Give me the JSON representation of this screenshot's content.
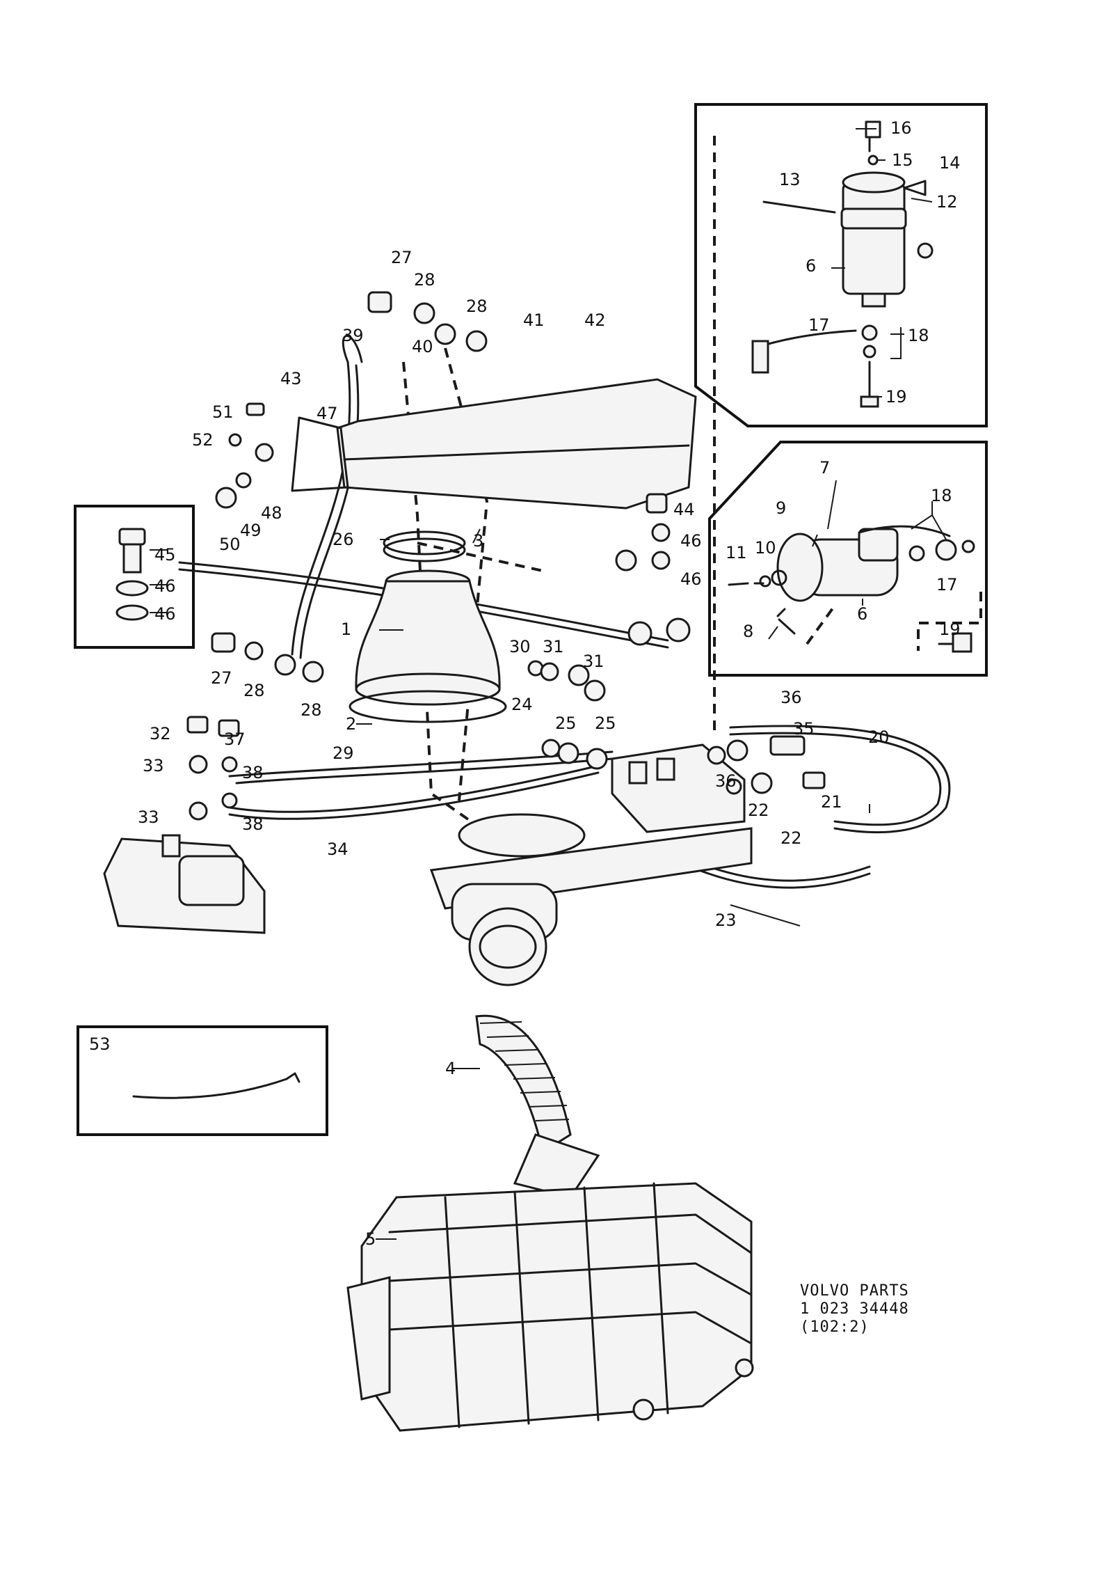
{
  "caption": {
    "line1": "VOLVO PARTS",
    "line2": "1 023 34448",
    "line3": "(102:2)"
  },
  "callouts": [
    {
      "id": "c1",
      "text": "1"
    },
    {
      "id": "c2",
      "text": "2"
    },
    {
      "id": "c3",
      "text": "3"
    },
    {
      "id": "c4",
      "text": "4"
    },
    {
      "id": "c5",
      "text": "5"
    },
    {
      "id": "c6a",
      "text": "6"
    },
    {
      "id": "c6b",
      "text": "6"
    },
    {
      "id": "c7",
      "text": "7"
    },
    {
      "id": "c8",
      "text": "8"
    },
    {
      "id": "c9",
      "text": "9"
    },
    {
      "id": "c10",
      "text": "10"
    },
    {
      "id": "c11",
      "text": "11"
    },
    {
      "id": "c12",
      "text": "12"
    },
    {
      "id": "c13",
      "text": "13"
    },
    {
      "id": "c14",
      "text": "14"
    },
    {
      "id": "c15",
      "text": "15"
    },
    {
      "id": "c16",
      "text": "16"
    },
    {
      "id": "c17a",
      "text": "17"
    },
    {
      "id": "c17b",
      "text": "17"
    },
    {
      "id": "c18a",
      "text": "18"
    },
    {
      "id": "c18b",
      "text": "18"
    },
    {
      "id": "c19a",
      "text": "19"
    },
    {
      "id": "c19b",
      "text": "19"
    },
    {
      "id": "c20",
      "text": "20"
    },
    {
      "id": "c21",
      "text": "21"
    },
    {
      "id": "c22a",
      "text": "22"
    },
    {
      "id": "c22b",
      "text": "22"
    },
    {
      "id": "c23",
      "text": "23"
    },
    {
      "id": "c24",
      "text": "24"
    },
    {
      "id": "c25a",
      "text": "25"
    },
    {
      "id": "c25b",
      "text": "25"
    },
    {
      "id": "c26",
      "text": "26"
    },
    {
      "id": "c27a",
      "text": "27"
    },
    {
      "id": "c27b",
      "text": "27"
    },
    {
      "id": "c28a",
      "text": "28"
    },
    {
      "id": "c28b",
      "text": "28"
    },
    {
      "id": "c28c",
      "text": "28"
    },
    {
      "id": "c28d",
      "text": "28"
    },
    {
      "id": "c29",
      "text": "29"
    },
    {
      "id": "c30",
      "text": "30"
    },
    {
      "id": "c31a",
      "text": "31"
    },
    {
      "id": "c31b",
      "text": "31"
    },
    {
      "id": "c32",
      "text": "32"
    },
    {
      "id": "c33a",
      "text": "33"
    },
    {
      "id": "c33b",
      "text": "33"
    },
    {
      "id": "c34",
      "text": "34"
    },
    {
      "id": "c35",
      "text": "35"
    },
    {
      "id": "c36a",
      "text": "36"
    },
    {
      "id": "c36b",
      "text": "36"
    },
    {
      "id": "c37",
      "text": "37"
    },
    {
      "id": "c38a",
      "text": "38"
    },
    {
      "id": "c38b",
      "text": "38"
    },
    {
      "id": "c39",
      "text": "39"
    },
    {
      "id": "c40",
      "text": "40"
    },
    {
      "id": "c41",
      "text": "41"
    },
    {
      "id": "c42",
      "text": "42"
    },
    {
      "id": "c43",
      "text": "43"
    },
    {
      "id": "c44",
      "text": "44"
    },
    {
      "id": "c45",
      "text": "45"
    },
    {
      "id": "c46a",
      "text": "46"
    },
    {
      "id": "c46b",
      "text": "46"
    },
    {
      "id": "c46c",
      "text": "46"
    },
    {
      "id": "c46d",
      "text": "46"
    },
    {
      "id": "c47",
      "text": "47"
    },
    {
      "id": "c48",
      "text": "48"
    },
    {
      "id": "c49",
      "text": "49"
    },
    {
      "id": "c50",
      "text": "50"
    },
    {
      "id": "c51",
      "text": "51"
    },
    {
      "id": "c52",
      "text": "52"
    },
    {
      "id": "c53",
      "text": "53"
    }
  ]
}
